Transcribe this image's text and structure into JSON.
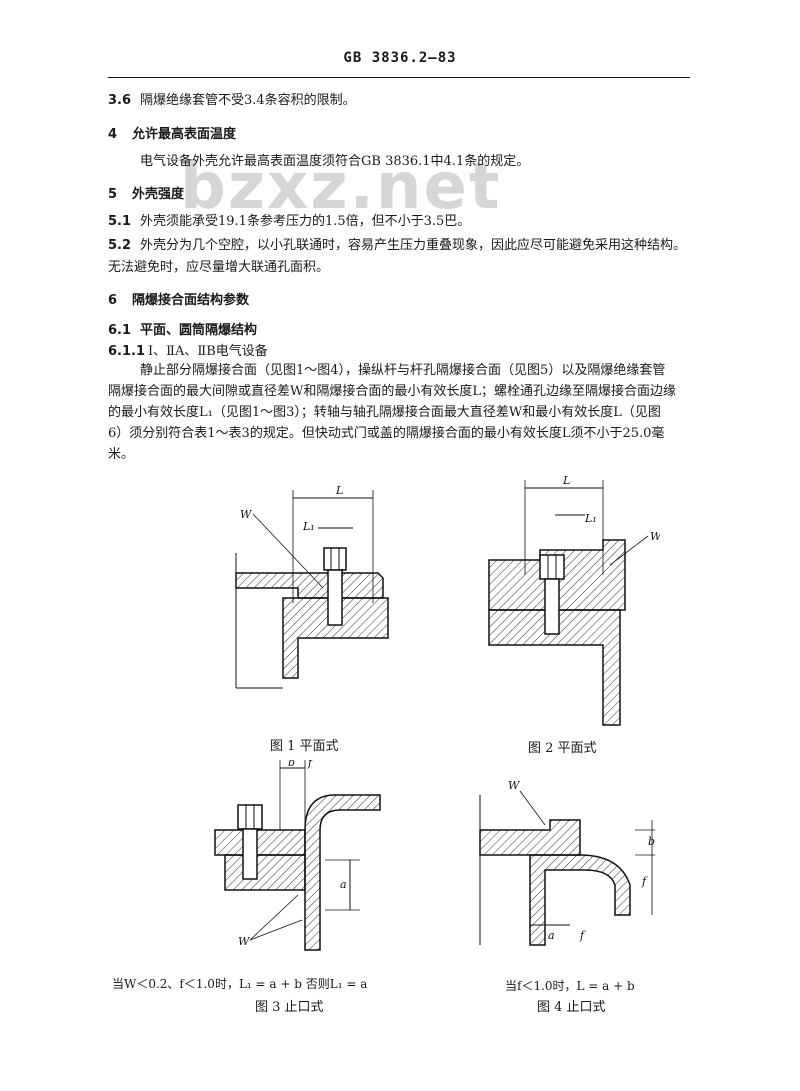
{
  "header": {
    "code": "GB 3836.2—83"
  },
  "watermark": "bzxz.net",
  "s36": {
    "num": "3.6",
    "text": "隔爆绝缘套管不受3.4条容积的限制。"
  },
  "s4": {
    "num": "4",
    "title": "允许最高表面温度",
    "body": "电气设备外壳允许最高表面温度须符合GB 3836.1中4.1条的规定。"
  },
  "s5": {
    "num": "5",
    "title": "外壳强度"
  },
  "s51": {
    "num": "5.1",
    "text": "外壳须能承受19.1条参考压力的1.5倍，但不小于3.5巴。"
  },
  "s52": {
    "num": "5.2",
    "text": "外壳分为几个空腔，以小孔联通时，容易产生压力重叠现象，因此应尽可能避免采用这种结构。",
    "text2": "无法避免时，应尽量增大联通孔面积。"
  },
  "s6": {
    "num": "6",
    "title": "隔爆接合面结构参数"
  },
  "s61": {
    "num": "6.1",
    "title": "平面、圆筒隔爆结构"
  },
  "s611": {
    "num": "6.1.1",
    "title": "Ⅰ、ⅡA、ⅡB电气设备"
  },
  "para": [
    "静止部分隔爆接合面（见图1～图4），操纵杆与杆孔隔爆接合面（见图5）以及隔爆绝缘套管",
    "隔爆接合面的最大间隙或直径差W和隔爆接合面的最小有效长度L；螺栓通孔边缘至隔爆接合面边缘",
    "的最小有效长度L₁（见图1～图3）；转轴与轴孔隔爆接合面最大直径差W和最小有效长度L（见图",
    "6）须分别符合表1～表3的规定。但快动式门或盖的隔爆接合面的最小有效长度L须不小于25.0毫",
    "米。"
  ],
  "figures": {
    "fig1": {
      "caption": "图 1  平面式",
      "labels": {
        "L": "L",
        "L1": "L₁",
        "W": "W"
      }
    },
    "fig2": {
      "caption": "图 2  平面式",
      "labels": {
        "L": "L",
        "L1": "L₁",
        "W": "W"
      }
    },
    "fig3": {
      "caption": "图 3  止口式",
      "note": "当W＜0.2、f＜1.0时，L₁ = a + b  否则L₁ = a",
      "labels": {
        "b": "b",
        "f": "f",
        "a": "a",
        "W": "W"
      }
    },
    "fig4": {
      "caption": "图 4  止口式",
      "note": "当f＜1.0时，L = a + b",
      "labels": {
        "W": "W",
        "b": "b",
        "f": "f",
        "a": "a",
        "fb": "f"
      }
    }
  },
  "colors": {
    "ink": "#111111",
    "watermark": "#d6d6d6",
    "hatch": "#333333"
  }
}
